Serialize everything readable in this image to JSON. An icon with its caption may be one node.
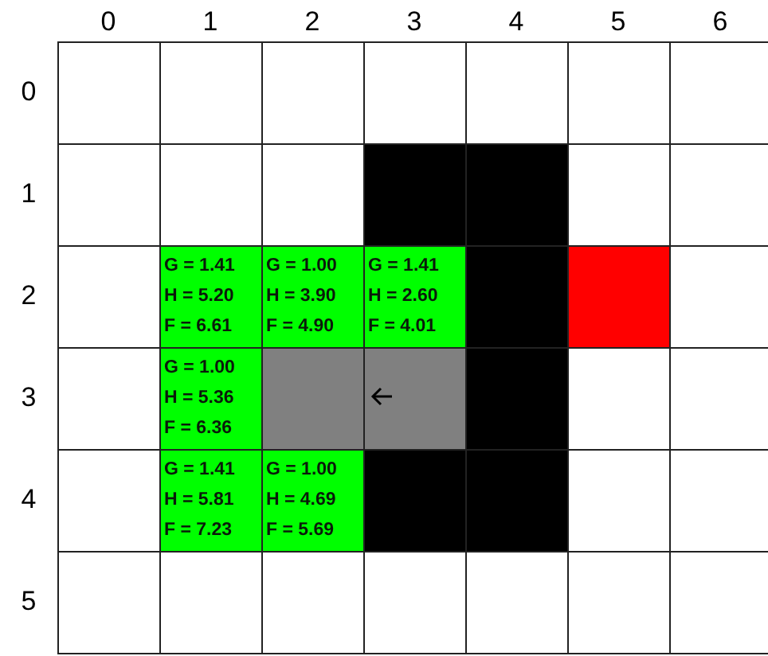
{
  "diagram": {
    "nodes": [
      {
        "text": [],
        "shape": "box"
      },
      {
        "text": [],
        "shape": "box"
      },
      {
        "text": [
          "G = 1.41",
          "H = 5.20",
          "F = 6.61"
        ]
      },
      {
        "text": [
          "G = 1.00",
          "H = 3.90",
          "F = 4.90"
        ]
      },
      {
        "text": [
          "G = 1.41",
          "H = 2.60",
          "F = 4.01"
        ]
      },
      {
        "text": [],
        "shape": "box"
      },
      {
        "text": [],
        "shape": "box"
      },
      {
        "text": [
          "G = 1.00",
          "H = 5.36",
          "F = 6.36"
        ]
      },
      {
        "text": [],
        "shape": "box"
      },
      {
        "text": [],
        "shape": "box"
      },
      {
        "text": [],
        "shape": "box"
      },
      {
        "text": [
          "G = 1.41",
          "H = 5.81",
          "F = 7.23"
        ]
      },
      {
        "text": [
          "G = 1.00",
          "H = 4.69",
          "F = 5.69"
        ]
      },
      {
        "text": [],
        "shape": "box"
      },
      {
        "text": [],
        "shape": "box"
      }
    ],
    "labels": [
      "0",
      "1",
      "2",
      "3",
      "4",
      "5",
      "6",
      "0",
      "1",
      "2",
      "3",
      "4",
      "5"
    ]
  }
}
